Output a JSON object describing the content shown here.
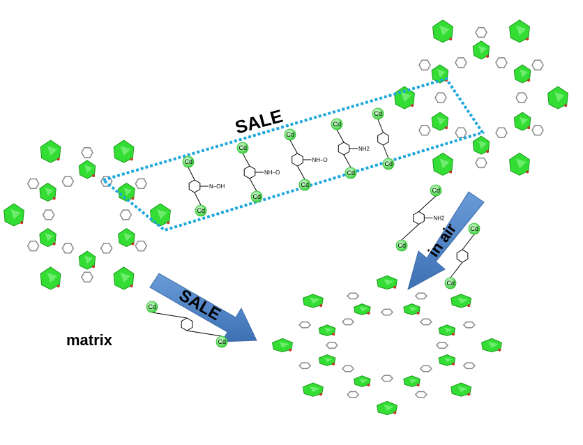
{
  "labels": {
    "sale_top": "SALE",
    "sale_arrow": "SALE",
    "in_air": "in air",
    "matrix": "matrix"
  },
  "molecule_atoms": {
    "metal": "Cd",
    "amine": "NH2",
    "hydroxyl": "OH",
    "nitrogen": "N",
    "oxygen": "O",
    "hydrogen": "H"
  },
  "colors": {
    "polyhedra": "#33dd33",
    "dotted_box": "#1ea7dc",
    "arrow": "#4f86c6",
    "cd_ball": "#7fe37f"
  }
}
